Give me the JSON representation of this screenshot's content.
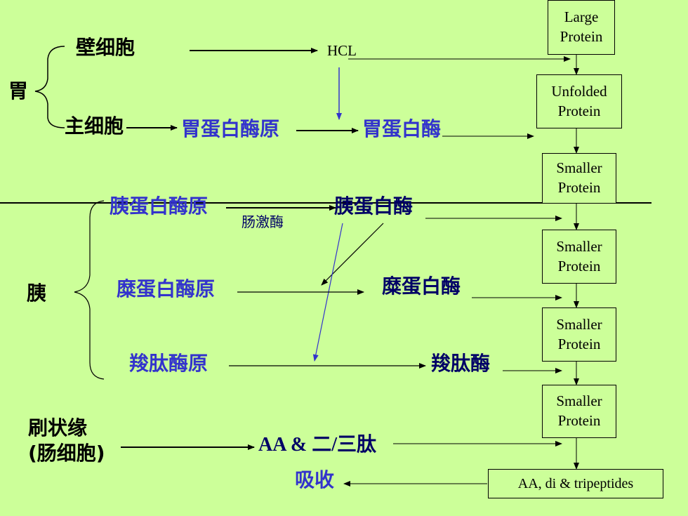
{
  "stomach": {
    "organ": "胃",
    "parietal_cell": "壁细胞",
    "chief_cell": "主细胞",
    "hcl": "HCL",
    "pepsinogen": "胃蛋白酶原",
    "pepsin": "胃蛋白酶"
  },
  "pancreas": {
    "organ": "胰",
    "trypsinogen": "胰蛋白酶原",
    "enterokinase": "肠激酶",
    "trypsin": "胰蛋白酶",
    "chymotrypsinogen": "糜蛋白酶原",
    "chymotrypsin": "糜蛋白酶",
    "procarboxypeptidase": "羧肽酶原",
    "carboxypeptidase": "羧肽酶"
  },
  "brush_border": {
    "label_line1": "刷状缘",
    "label_line2": "(肠细胞)",
    "products": "AA & 二/三肽",
    "absorption": "吸收"
  },
  "protein_chain": [
    {
      "line1": "Large",
      "line2": "Protein"
    },
    {
      "line1": "Unfolded",
      "line2": "Protein"
    },
    {
      "line1": "Smaller",
      "line2": "Protein"
    },
    {
      "line1": "Smaller",
      "line2": "Protein"
    },
    {
      "line1": "Smaller",
      "line2": "Protein"
    },
    {
      "line1": "Smaller",
      "line2": "Protein"
    }
  ],
  "final_product": "AA, di & tripeptides",
  "colors": {
    "background": "#ccff99",
    "blue_text": "#3333cc",
    "dark_text": "#000066",
    "line": "#000000"
  }
}
